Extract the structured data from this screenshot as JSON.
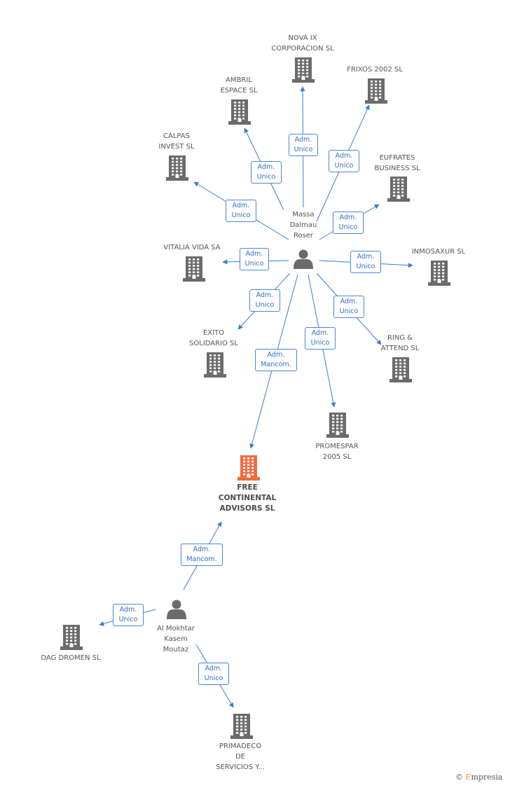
{
  "colors": {
    "edge": "#3a7bd5",
    "building": "#6b6b6b",
    "focus_building": "#f26a3d",
    "person": "#6b6b6b"
  },
  "nodes": [
    {
      "id": "nova",
      "type": "company",
      "lines": [
        "NOVA IX",
        "CORPORACION SL"
      ]
    },
    {
      "id": "frixos",
      "type": "company",
      "lines": [
        "FRIXOS 2002 SL"
      ]
    },
    {
      "id": "ambril",
      "type": "company",
      "lines": [
        "AMBRIL",
        "ESPACE SL"
      ]
    },
    {
      "id": "calpas",
      "type": "company",
      "lines": [
        "CALPAS",
        "INVEST SL"
      ]
    },
    {
      "id": "eufrates",
      "type": "company",
      "lines": [
        "EUFRATES",
        "BUSINESS SL"
      ]
    },
    {
      "id": "vitalia",
      "type": "company",
      "lines": [
        "VITALIA VIDA SA"
      ]
    },
    {
      "id": "inmosaxur",
      "type": "company",
      "lines": [
        "INMOSAXUR SL"
      ]
    },
    {
      "id": "massa",
      "type": "person",
      "lines": [
        "Massa",
        "Dalmau",
        "Roser"
      ]
    },
    {
      "id": "exito",
      "type": "company",
      "lines": [
        "EXITO",
        "SOLIDARIO SL"
      ]
    },
    {
      "id": "ring",
      "type": "company",
      "lines": [
        "RING &",
        "ATTEND SL"
      ]
    },
    {
      "id": "promespar",
      "type": "company",
      "lines": [
        "PROMESPAR",
        "2005 SL"
      ]
    },
    {
      "id": "free",
      "type": "focus",
      "lines": [
        "FREE",
        "CONTINENTAL",
        "ADVISORS SL"
      ]
    },
    {
      "id": "mokhtar",
      "type": "person",
      "lines": [
        "Al Mokhtar",
        "Kasem",
        "Moutaz"
      ]
    },
    {
      "id": "dag",
      "type": "company",
      "lines": [
        "DAG DROMEN SL"
      ]
    },
    {
      "id": "primadeco",
      "type": "company",
      "lines": [
        "PRIMADECO",
        "DE",
        "SERVICIOS Y..."
      ]
    }
  ],
  "edges": [
    {
      "from": "massa",
      "to": "nova",
      "lines": [
        "Adm.",
        "Unico"
      ]
    },
    {
      "from": "massa",
      "to": "frixos",
      "lines": [
        "Adm.",
        "Unico"
      ]
    },
    {
      "from": "massa",
      "to": "ambril",
      "lines": [
        "Adm.",
        "Unico"
      ]
    },
    {
      "from": "massa",
      "to": "calpas",
      "lines": [
        "Adm.",
        "Unico"
      ]
    },
    {
      "from": "massa",
      "to": "eufrates",
      "lines": [
        "Adm.",
        "Unico"
      ]
    },
    {
      "from": "massa",
      "to": "vitalia",
      "lines": [
        "Adm.",
        "Unico"
      ]
    },
    {
      "from": "massa",
      "to": "inmosaxur",
      "lines": [
        "Adm.",
        "Unico"
      ]
    },
    {
      "from": "massa",
      "to": "exito",
      "lines": [
        "Adm.",
        "Unico"
      ]
    },
    {
      "from": "massa",
      "to": "ring",
      "lines": [
        "Adm.",
        "Unico"
      ]
    },
    {
      "from": "massa",
      "to": "promespar",
      "lines": [
        "Adm.",
        "Unico"
      ]
    },
    {
      "from": "massa",
      "to": "free",
      "lines": [
        "Adm.",
        "Mancom."
      ]
    },
    {
      "from": "mokhtar",
      "to": "free",
      "lines": [
        "Adm.",
        "Mancom."
      ]
    },
    {
      "from": "mokhtar",
      "to": "dag",
      "lines": [
        "Adm.",
        "Unico"
      ]
    },
    {
      "from": "mokhtar",
      "to": "primadeco",
      "lines": [
        "Adm.",
        "Unico"
      ]
    }
  ],
  "watermark": {
    "symbol": "©",
    "brand_initial": "E",
    "brand_rest": "mpresia"
  }
}
